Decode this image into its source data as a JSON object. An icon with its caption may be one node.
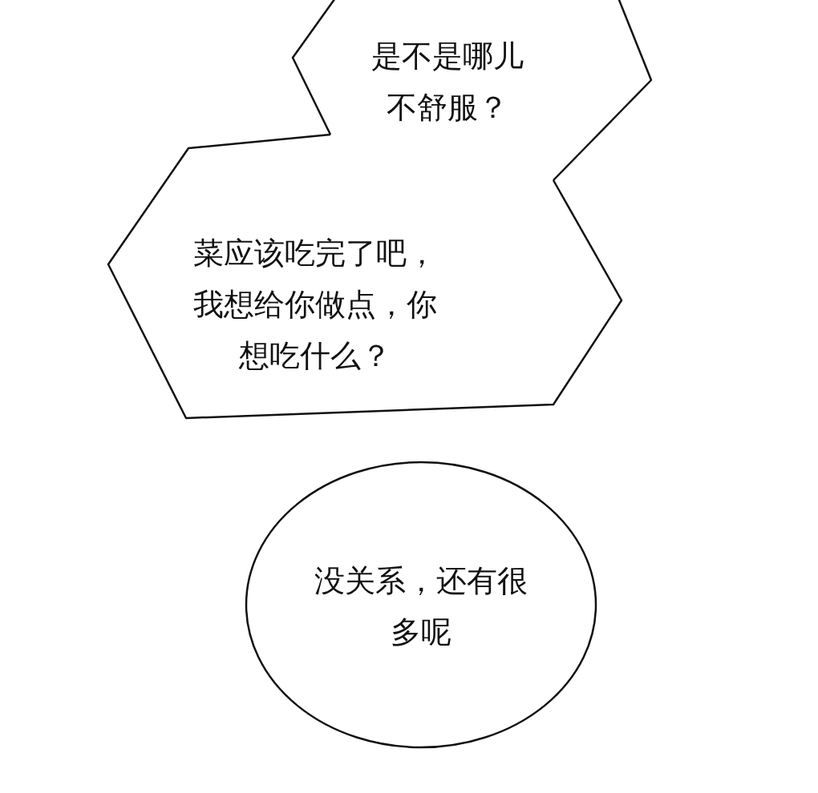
{
  "diagram": {
    "nodes": [
      {
        "text": [
          "是不是哪儿不舒服？"
        ]
      },
      {
        "text": [
          "菜应该吃完了吧，我想给你做点，你想吃什么？"
        ]
      },
      {
        "text": [
          "没关系，还有很多呢"
        ]
      }
    ]
  }
}
